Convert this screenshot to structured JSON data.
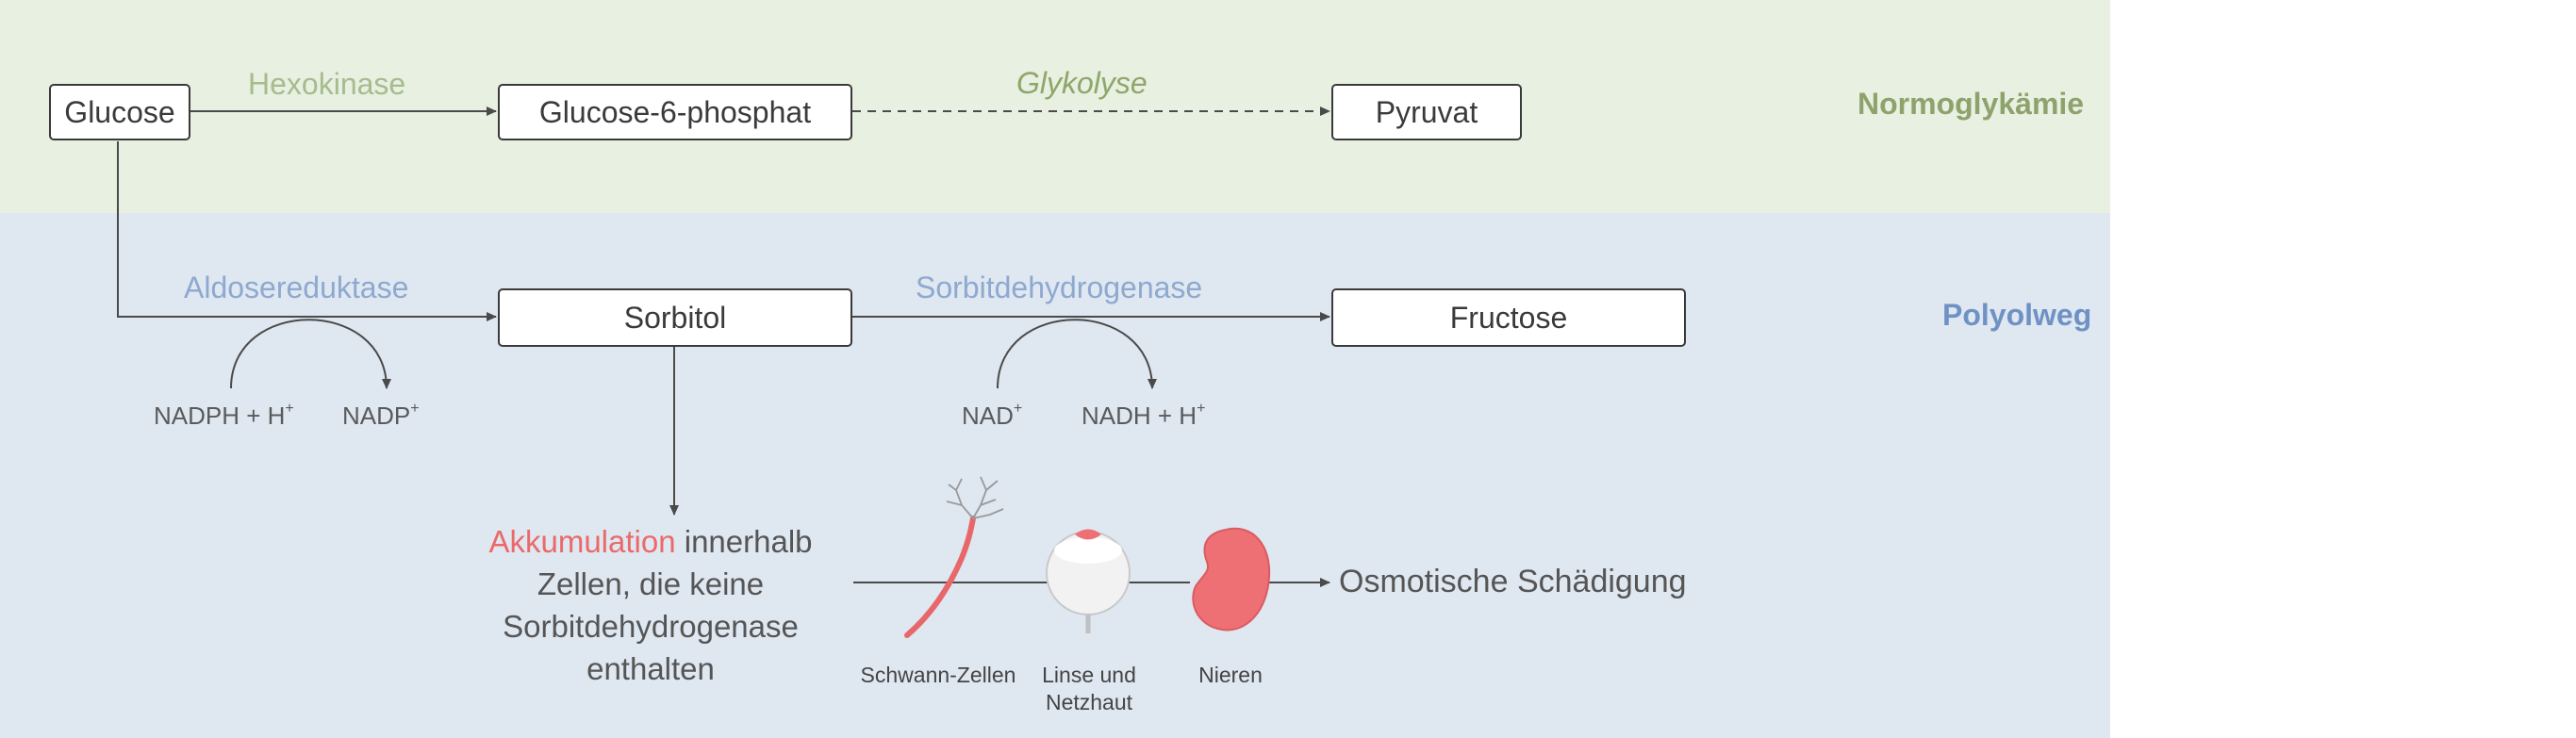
{
  "nodes": {
    "glucose": "Glucose",
    "g6p": "Glucose-6-phosphat",
    "pyruvat": "Pyruvat",
    "sorbitol": "Sorbitol",
    "fructose": "Fructose"
  },
  "enzymes": {
    "hexokinase": "Hexokinase",
    "glykolyse": "Glykolyse",
    "aldosereduktase": "Aldosereduktase",
    "sorbitdehydrogenase": "Sorbitdehydrogenase"
  },
  "cofactors": {
    "nadph_base": "NADPH + H",
    "nadph_sup": "+",
    "nadp_base": "NADP",
    "nadp_sup": "+",
    "nad_base": "NAD",
    "nad_sup": "+",
    "nadh_base": "NADH + H",
    "nadh_sup": "+"
  },
  "zones": {
    "top": "Normoglykämie",
    "bottom": "Polyolweg"
  },
  "accumulation": {
    "highlight": "Akkumulation",
    "line1_rest": " innerhalb",
    "line2": "Zellen, die keine",
    "line3": "Sorbitdehydrogenase",
    "line4": "enthalten"
  },
  "organs": {
    "schwann": "Schwann-Zellen",
    "linse_line1": "Linse und",
    "linse_line2": "Netzhaut",
    "nieren": "Nieren"
  },
  "outcome": "Osmotische Schädigung",
  "colors": {
    "normo_band": "#e7f0e1",
    "polyol_band": "#dfe7f1",
    "normo_text": "#8ea36c",
    "polyol_text": "#6f92c4",
    "highlight_red": "#ea6a6a",
    "kidney": "#ee6f74"
  }
}
